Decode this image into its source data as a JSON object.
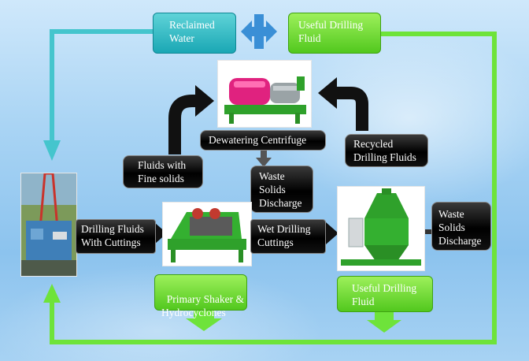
{
  "top_left": {
    "label": "Reclaimed Water"
  },
  "top_right": {
    "label": "Useful Drilling Fluid"
  },
  "dewatering": {
    "label": "Dewatering Centrifuge"
  },
  "fluids_fine": {
    "label": "Fluids with Fine solids"
  },
  "recycled": {
    "label": "Recycled Drilling Fluids"
  },
  "waste_mid": {
    "label": "Waste Solids Discharge"
  },
  "drilling_cuttings": {
    "label": "Drilling Fluids With Cuttings"
  },
  "wet_cuttings": {
    "label": "Wet Drilling Cuttings"
  },
  "waste_right": {
    "label": "Waste Solids Discharge"
  },
  "primary_shaker": {
    "label": "Primary Shaker & Hydrocyclones"
  },
  "useful_bottom": {
    "label": "Useful Drilling Fluid"
  },
  "colors": {
    "teal": "#1aa7b4",
    "green": "#52c81e",
    "black": "#000000"
  }
}
